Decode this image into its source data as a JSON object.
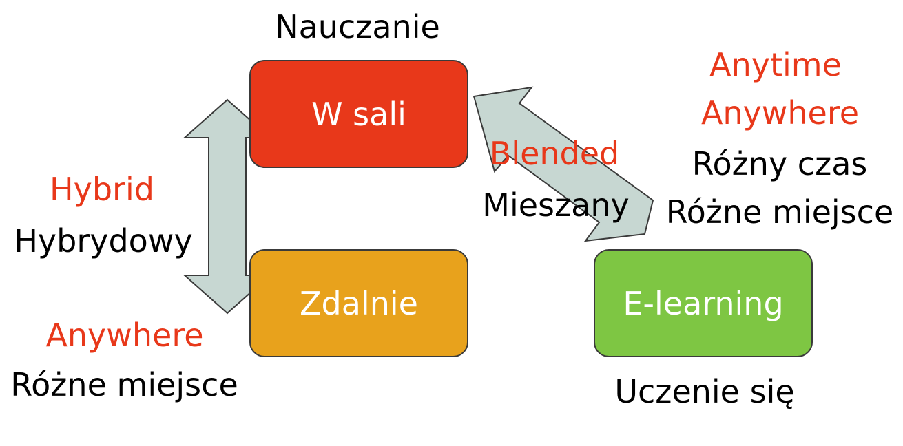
{
  "colors": {
    "classroom": "#e8381a",
    "remote": "#e8a21c",
    "elearning": "#7ec643",
    "arrow": "#c7d7d2",
    "accent_text": "#e8381a"
  },
  "top_label": "Nauczanie",
  "bottom_label": "Uczenie się",
  "boxes": {
    "classroom": "W sali",
    "remote": "Zdalnie",
    "elearning": "E-learning"
  },
  "hybrid": {
    "en": "Hybrid",
    "pl": "Hybrydowy"
  },
  "blended": {
    "en": "Blended",
    "pl": "Mieszany"
  },
  "remote_place": {
    "en": "Anywhere",
    "pl": "Różne miejsce"
  },
  "elearning_info": {
    "en_time": "Anytime",
    "en_place": "Anywhere",
    "pl_time": "Różny czas",
    "pl_place": "Różne miejsce"
  }
}
